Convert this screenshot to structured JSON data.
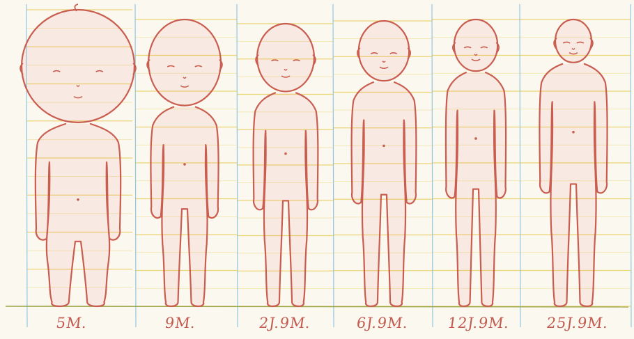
{
  "style": {
    "paper": "#fbf8f0",
    "ink": "#c95d50",
    "ink_fill": "rgba(226,120,110,0.10)",
    "guide_line": "#e8c94a",
    "column_line": "#86c2dd",
    "ground_line": "#9aa64a",
    "label_color": "#c25a4e"
  },
  "figures": [
    {
      "label": "5M."
    },
    {
      "label": "9M."
    },
    {
      "label": "2J.9M."
    },
    {
      "label": "6J.9M."
    },
    {
      "label": "12J.9M."
    },
    {
      "label": "25J.9M."
    }
  ]
}
